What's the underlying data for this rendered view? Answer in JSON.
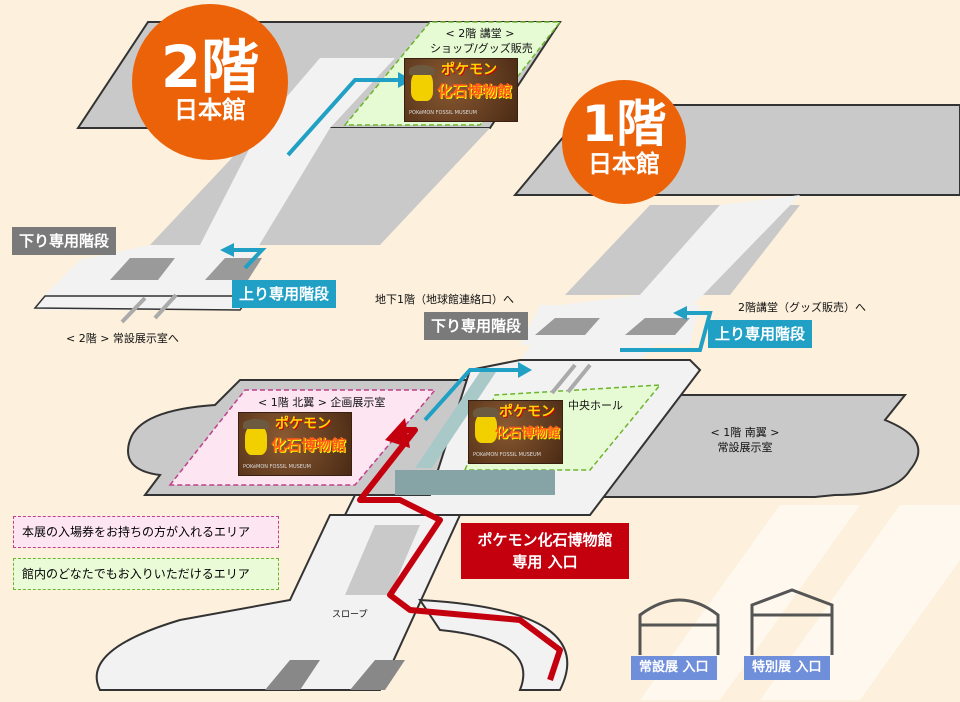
{
  "floor2": {
    "badge_number": "2階",
    "badge_building": "日本館",
    "hall_label_line1": "< 2階 講堂 >",
    "hall_label_line2": "ショップ/グッズ販売",
    "down_stairs": "下り専用階段",
    "up_stairs": "上り専用階段",
    "to_permanent": "< 2階 > 常設展示室へ"
  },
  "floor1": {
    "badge_number": "1階",
    "badge_building": "日本館",
    "to_basement": "地下1階（地球館連絡口）へ",
    "to_2f_hall": "2階講堂（グッズ販売）へ",
    "down_stairs": "下り専用階段",
    "up_stairs": "上り専用階段",
    "north_wing_label": "< 1階 北翼 > 企画展示室",
    "central_hall": "中央ホール",
    "south_wing_line1": "< 1階 南翼 >",
    "south_wing_line2": "常設展示室",
    "slope": "スロープ"
  },
  "logo": {
    "line1": "ポケモン",
    "line2": "化石博物館",
    "line3": "POKéMON FOSSIL MUSEUM"
  },
  "entrance": {
    "line1": "ポケモン化石博物館",
    "line2": "専用 入口"
  },
  "legend": {
    "ticket_area": "本展の入場券をお持ちの方が入れるエリア",
    "free_area": "館内のどなたでもお入りいただけるエリア"
  },
  "gates": {
    "permanent": "常設展 入口",
    "special": "特別展 入口"
  },
  "colors": {
    "background": "#fdf0dc",
    "badge": "#eb6208",
    "route_red": "#c4000f",
    "route_blue": "#20a0c4",
    "ticket_area": "#fde6f2",
    "free_area": "#eafbd8",
    "gate_label": "#6f8fdb"
  }
}
